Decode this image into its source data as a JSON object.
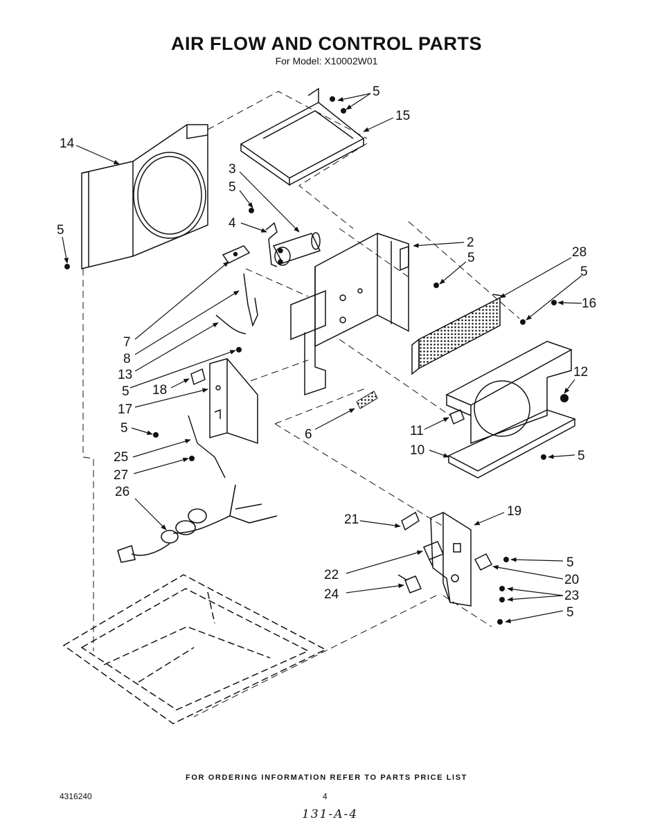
{
  "header": {
    "title": "AIR FLOW AND CONTROL PARTS",
    "subtitle": "For Model: X10002W01"
  },
  "callouts": {
    "c5_top": "5",
    "c15": "15",
    "c14": "14",
    "c3": "3",
    "c5_a": "5",
    "c4": "4",
    "c5_left": "5",
    "c2": "2",
    "c5_b": "5",
    "c28": "28",
    "c5_c": "5",
    "c16": "16",
    "c7": "7",
    "c8": "8",
    "c13": "13",
    "c5_d": "5",
    "c18": "18",
    "c12": "12",
    "c17": "17",
    "c5_e": "5",
    "c6": "6",
    "c11": "11",
    "c25": "25",
    "c10": "10",
    "c5_f": "5",
    "c27": "27",
    "c26": "26",
    "c19": "19",
    "c21": "21",
    "c5_g": "5",
    "c22": "22",
    "c20": "20",
    "c24": "24",
    "c23": "23",
    "c5_h": "5"
  },
  "footer": {
    "ordering_note": "FOR ORDERING INFORMATION REFER TO PARTS PRICE LIST",
    "doc_number": "4316240",
    "page_number": "4",
    "handwritten_note": "131-A-4"
  },
  "colors": {
    "ink": "#111111",
    "paper": "#ffffff"
  }
}
